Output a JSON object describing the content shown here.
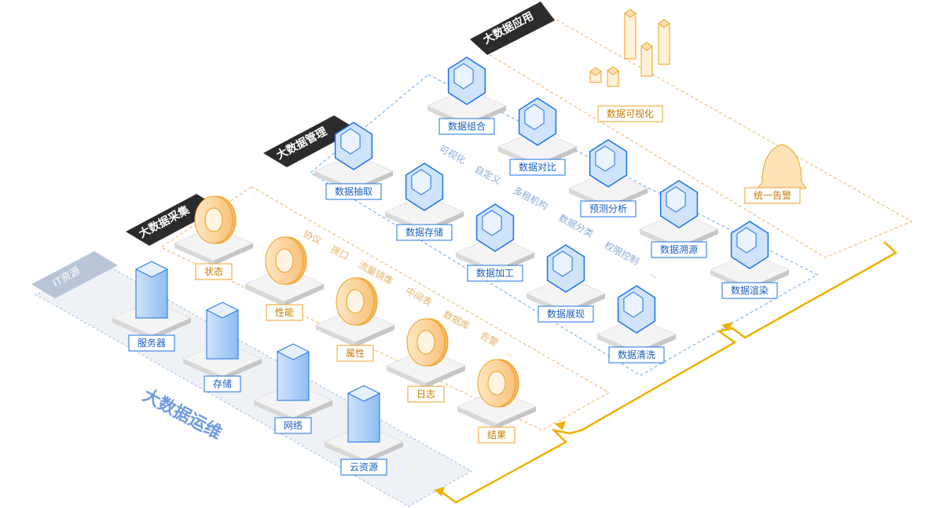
{
  "layers": {
    "it_resources": {
      "tag": "IT资源",
      "ops_label": "大数据运维"
    },
    "collection": {
      "tag": "大数据采集"
    },
    "management": {
      "tag": "大数据管理"
    },
    "application": {
      "tag": "大数据应用"
    }
  },
  "it_items": [
    "服务器",
    "存储",
    "网络",
    "云资源"
  ],
  "collection_items": [
    "状态",
    "性能",
    "属性",
    "日志",
    "结果"
  ],
  "collection_keywords": [
    "协议",
    "接口",
    "流量镜像",
    "中间表",
    "数据库",
    "告警",
    "..."
  ],
  "management_items": [
    "数据抽取",
    "数据存储",
    "数据加工",
    "数据展现",
    "数据清洗",
    "数据组合",
    "数据对比",
    "预测分析",
    "数据溯源",
    "数据渲染"
  ],
  "management_keywords": [
    "可视化",
    "自定义",
    "多租机构",
    "数据分类",
    "权限控制",
    "..."
  ],
  "application_items": [
    "数据可视化",
    "统一告警"
  ],
  "colors": {
    "blue": "#1a73e8",
    "orange": "#f0a020",
    "dark_tag": "#2b2b2b",
    "it_tag": "#b7c3d6",
    "gold_line": "#f0b000"
  }
}
